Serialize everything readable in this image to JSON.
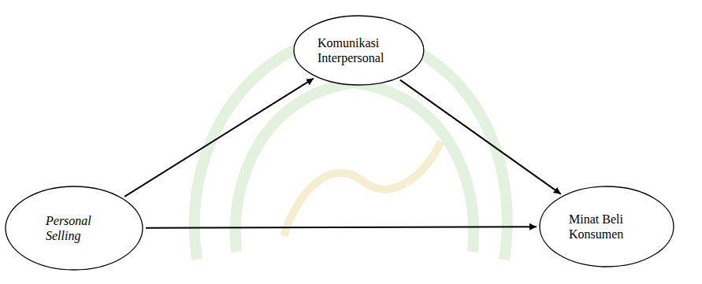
{
  "diagram": {
    "nodes": [
      {
        "text": [
          "Personal Selling"
        ]
      },
      {
        "text": [
          "Komunikasi Interpersonal"
        ]
      },
      {
        "text": [
          "Minat Beli Konsumen"
        ]
      }
    ],
    "edges": [
      {
        "from": 0,
        "to": 1,
        "arrow": "to"
      },
      {
        "from": 1,
        "to": 2,
        "arrow": "to"
      },
      {
        "from": 0,
        "to": 2,
        "arrow": "to"
      }
    ]
  }
}
